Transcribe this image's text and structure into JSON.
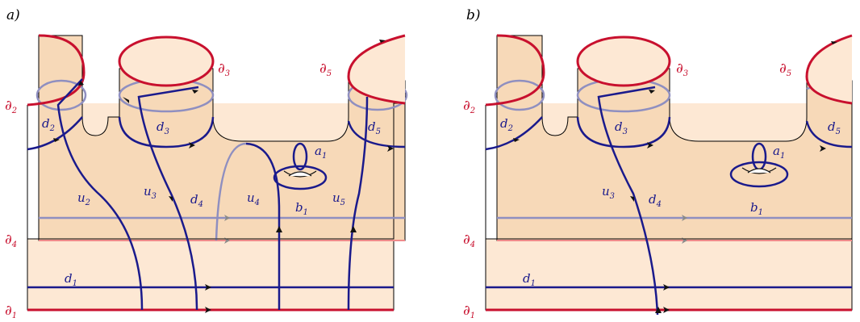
{
  "colors": {
    "surface": "#f7d9b8",
    "surface_back": "#fde8d4",
    "boundary": "#c8102e",
    "boundary_back": "#ef8a8a",
    "curve": "#1a1a8c",
    "curve_back": "#8f8fc0"
  },
  "panels": [
    {
      "label": "a)",
      "boundaries": [
        {
          "base": "∂",
          "sub": "1"
        },
        {
          "base": "∂",
          "sub": "2"
        },
        {
          "base": "∂",
          "sub": "3"
        },
        {
          "base": "∂",
          "sub": "4"
        },
        {
          "base": "∂",
          "sub": "5"
        }
      ],
      "curves": [
        {
          "base": "d",
          "sub": "1"
        },
        {
          "base": "d",
          "sub": "2"
        },
        {
          "base": "d",
          "sub": "3"
        },
        {
          "base": "d",
          "sub": "4"
        },
        {
          "base": "d",
          "sub": "5"
        },
        {
          "base": "u",
          "sub": "2"
        },
        {
          "base": "u",
          "sub": "3"
        },
        {
          "base": "u",
          "sub": "4"
        },
        {
          "base": "u",
          "sub": "5"
        },
        {
          "base": "a",
          "sub": "1"
        },
        {
          "base": "b",
          "sub": "1"
        }
      ]
    },
    {
      "label": "b)",
      "boundaries": [
        {
          "base": "∂",
          "sub": "1"
        },
        {
          "base": "∂",
          "sub": "2"
        },
        {
          "base": "∂",
          "sub": "3"
        },
        {
          "base": "∂",
          "sub": "4"
        },
        {
          "base": "∂",
          "sub": "5"
        }
      ],
      "curves": [
        {
          "base": "d",
          "sub": "1"
        },
        {
          "base": "d",
          "sub": "2"
        },
        {
          "base": "d",
          "sub": "3"
        },
        {
          "base": "d",
          "sub": "4"
        },
        {
          "base": "d",
          "sub": "5"
        },
        {
          "base": "u",
          "sub": "3"
        },
        {
          "base": "a",
          "sub": "1"
        },
        {
          "base": "b",
          "sub": "1"
        }
      ]
    }
  ]
}
